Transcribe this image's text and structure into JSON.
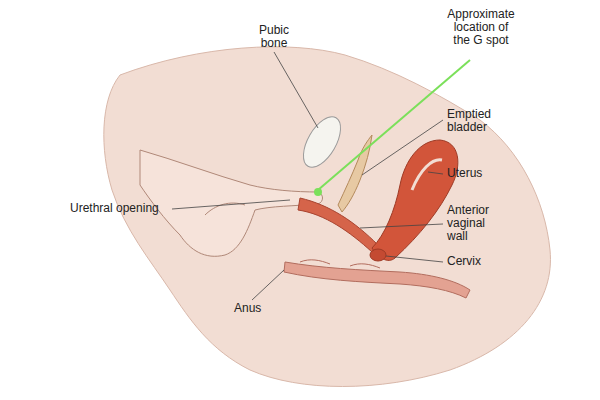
{
  "diagram": {
    "labels": [
      "Pubic bone",
      "Approximate location of the G spot",
      "Emptied bladder",
      "Uterus",
      "Anterior vaginal wall",
      "Cervix",
      "Urethral opening",
      "Anus"
    ]
  }
}
